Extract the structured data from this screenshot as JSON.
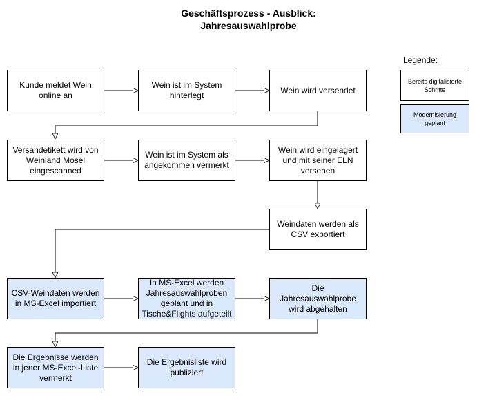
{
  "title": {
    "line1": "Geschäftsprozess - Ausblick:",
    "line2": "Jahresauswahlprobe"
  },
  "legend": {
    "title": "Legende:",
    "digitalized": "Bereits digitalisierte Schritte",
    "planned": "Modernisierung geplant"
  },
  "colors": {
    "planned_fill": "#dae8fc",
    "digitalized_fill": "#ffffff",
    "stroke": "#000000"
  },
  "steps": {
    "s1": "Kunde meldet Wein online an",
    "s2": "Wein ist im System hinterlegt",
    "s3": "Wein wird versendet",
    "s4": "Versandetikett wird von Weinland Mosel eingescanned",
    "s5": "Wein ist im System als angekommen vermerkt",
    "s6": "Wein wird eingelagert und mit seiner ELN versehen",
    "s7": "Weindaten werden als CSV exportiert",
    "s8": "CSV-Weindaten werden in MS-Excel importiert",
    "s9": "In MS-Excel werden Jahresauswahlproben geplant und in Tische&Flights aufgeteilt",
    "s10": "Die Jahresauswahlprobe wird abgehalten",
    "s11": "Die Ergebnisse werden in jener MS-Excel-Liste vermerkt",
    "s12": "Die Ergebnisliste wird publiziert"
  }
}
